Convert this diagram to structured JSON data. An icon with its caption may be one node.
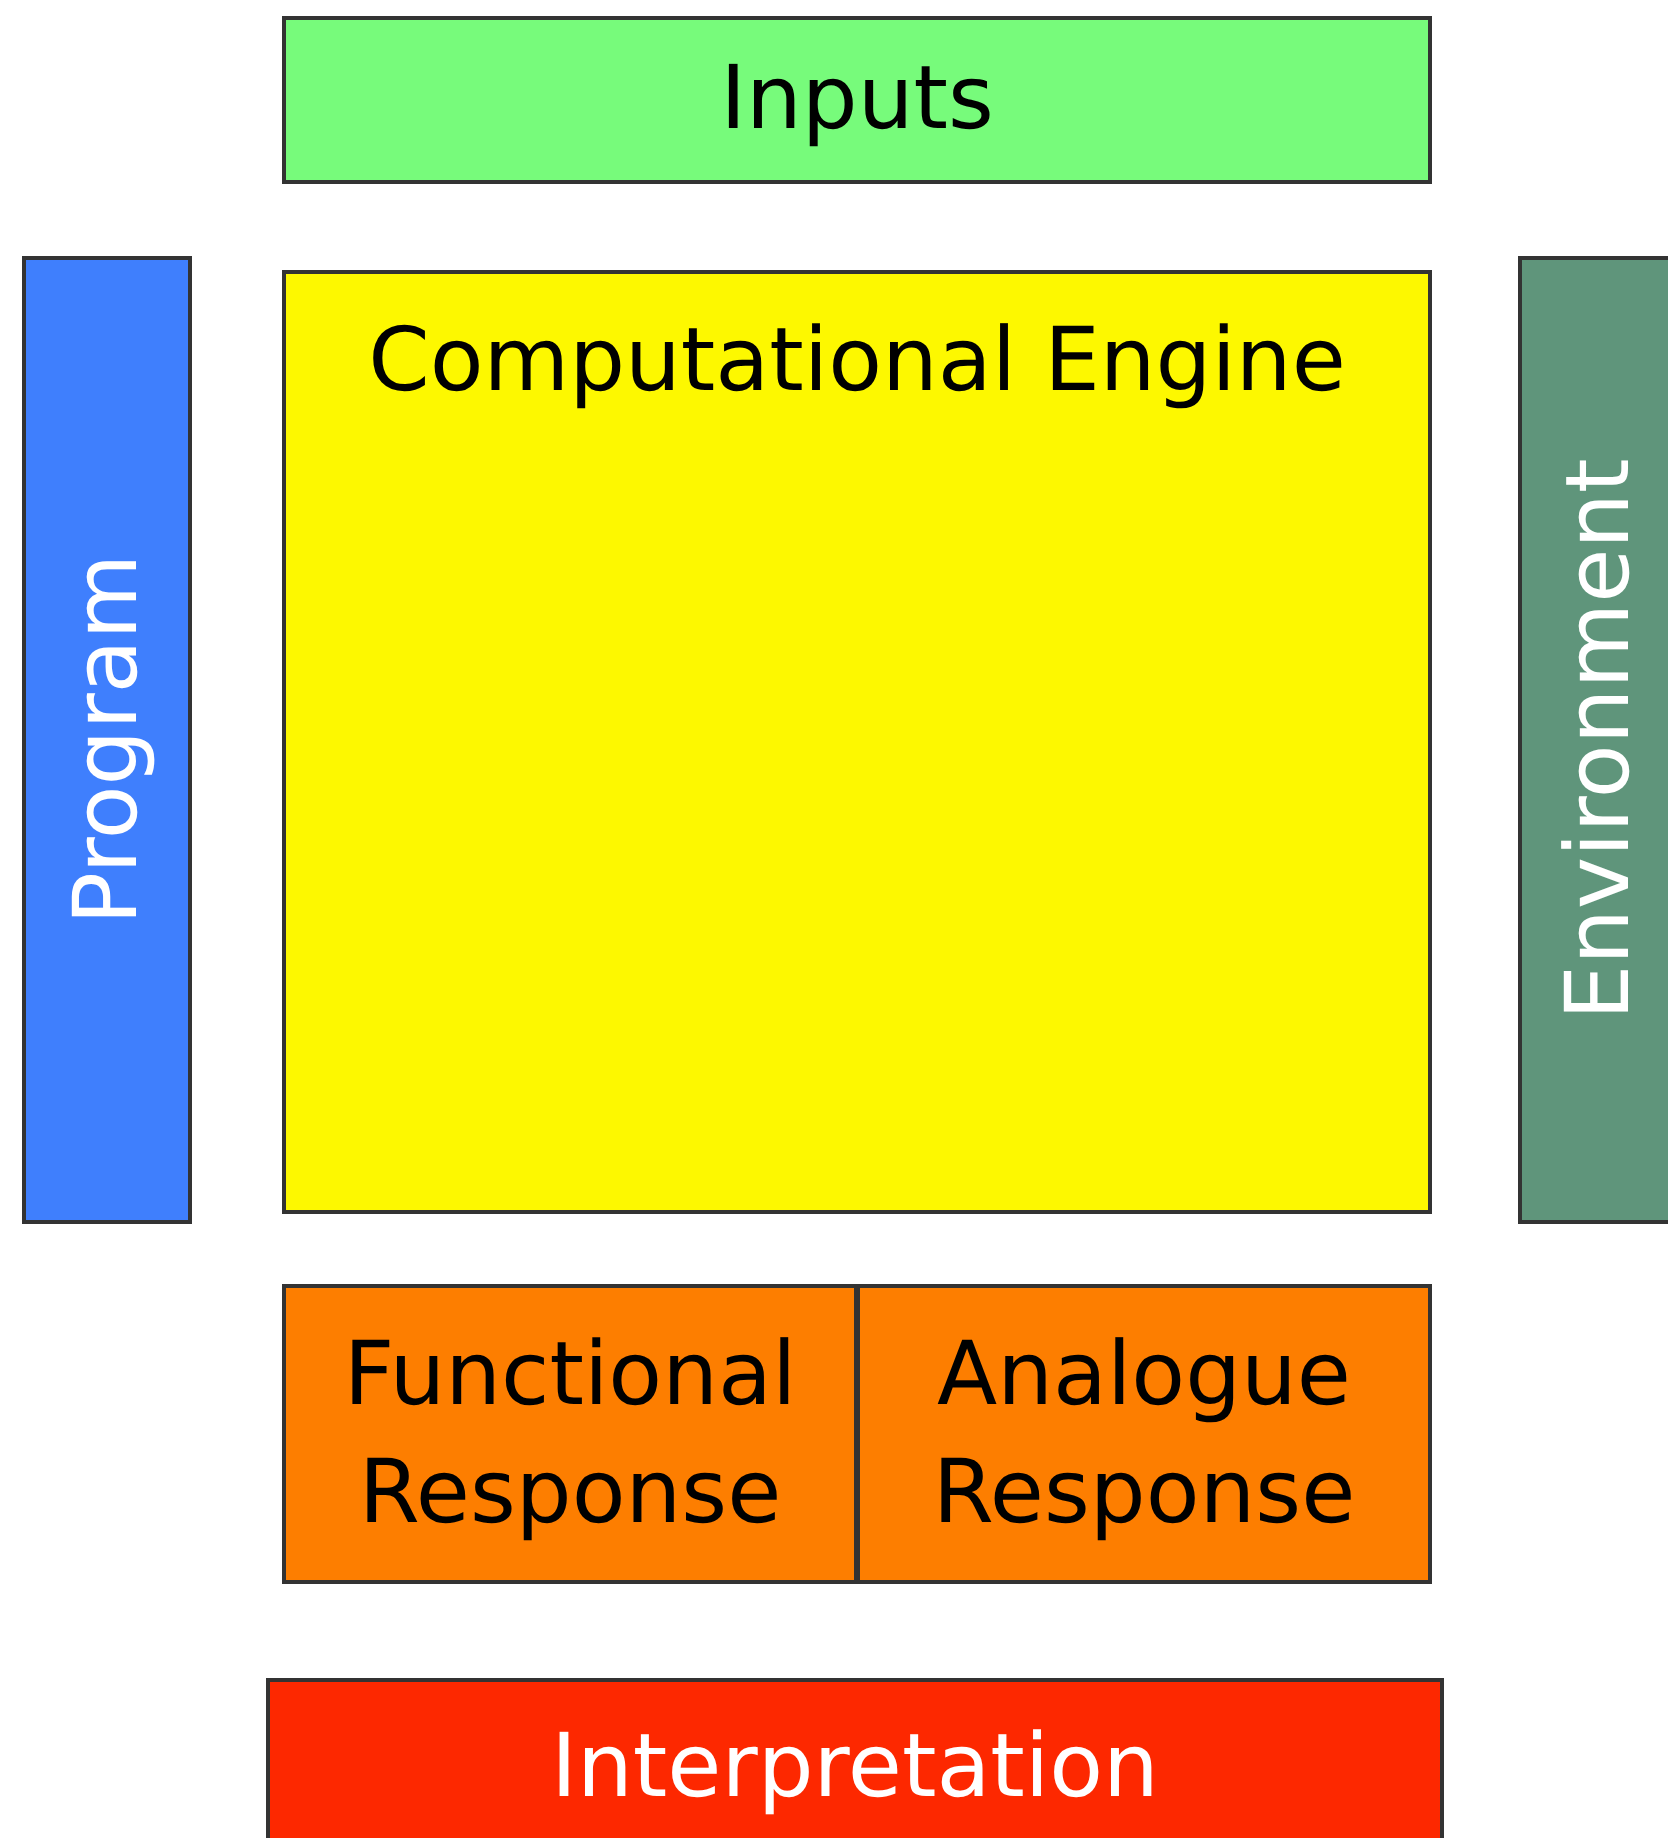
{
  "diagram": {
    "nodes": [
      {
        "text": [
          "Inputs"
        ]
      },
      {
        "text": [
          "Program"
        ]
      },
      {
        "text": [
          "Computational Engine"
        ]
      },
      {
        "text": [
          "Environment"
        ]
      },
      {
        "text": [
          "Functional Response"
        ]
      },
      {
        "text": [
          "Analogue Response"
        ]
      },
      {
        "text": [
          "Interpretation"
        ]
      }
    ]
  }
}
